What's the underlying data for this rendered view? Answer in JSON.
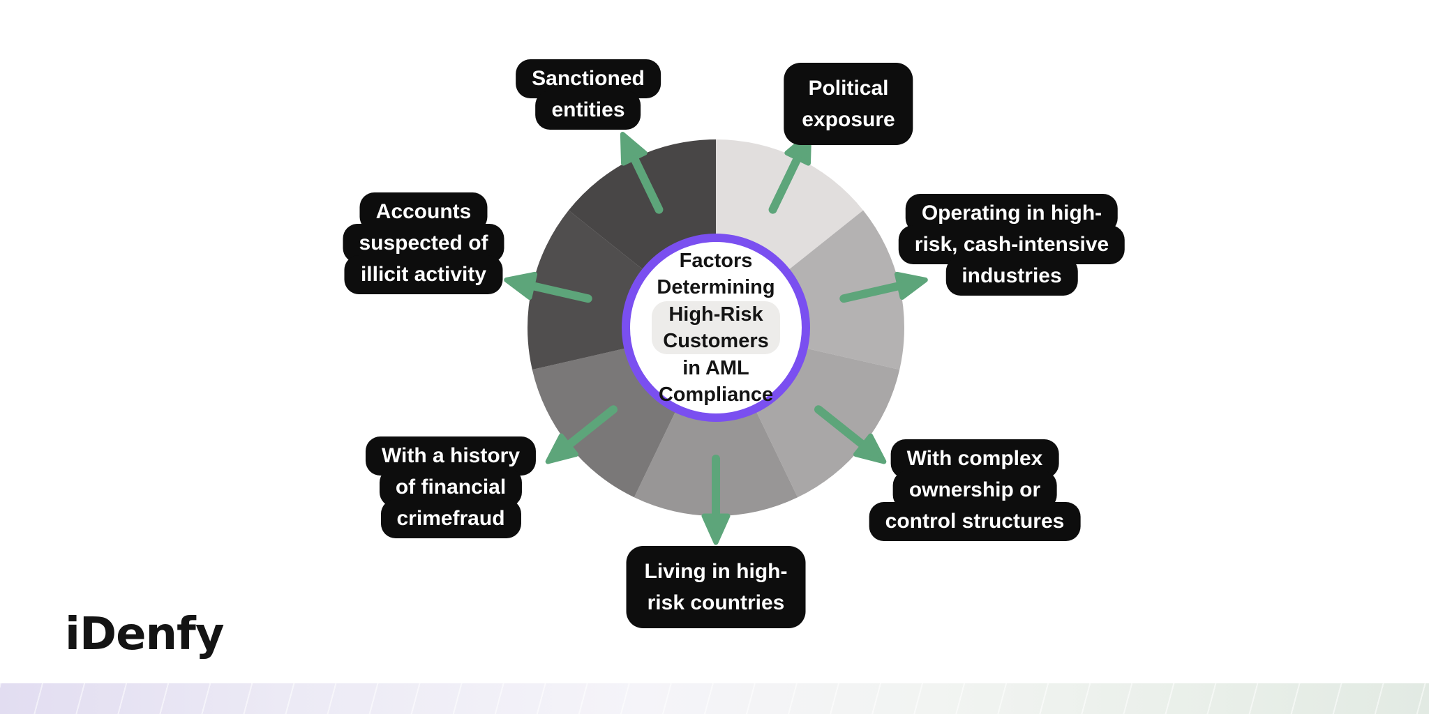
{
  "title": "Factors Determining High-Risk Customers in AML Compliance",
  "brand": {
    "logo_text": "iDenfy"
  },
  "center": {
    "top_lines": [
      "Factors",
      "Determining"
    ],
    "highlight_lines": [
      "High-Risk",
      "Customers"
    ],
    "bottom_lines": [
      "in AML",
      "Compliance"
    ]
  },
  "factors": [
    {
      "id": "political-exposure",
      "lines": [
        "Political",
        "exposure"
      ]
    },
    {
      "id": "operating-high-risk-industries",
      "lines": [
        "Operating in high-",
        "risk, cash-intensive",
        "industries"
      ]
    },
    {
      "id": "complex-ownership",
      "lines": [
        "With complex",
        "ownership or",
        "control structures"
      ]
    },
    {
      "id": "living-high-risk-countries",
      "lines": [
        "Living in high-",
        "risk countries"
      ]
    },
    {
      "id": "history-financial-crime",
      "lines": [
        "With a history",
        "of financial",
        "crimefraud"
      ]
    },
    {
      "id": "accounts-illicit-activity",
      "lines": [
        "Accounts",
        "suspected of",
        "illicit activity"
      ]
    },
    {
      "id": "sanctioned-entities",
      "lines": [
        "Sanctioned",
        "entities"
      ]
    }
  ],
  "diagram": {
    "type": "radial-segmented-wheel",
    "segment_count": 7,
    "segment_colors_clockwise_from_top": [
      "#e1dedd",
      "#b4b2b2",
      "#a9a7a7",
      "#989696",
      "#7a7878",
      "#504e4e",
      "#484646"
    ],
    "ring_color": "#7a4ff0",
    "arrow_color": "#5da57a",
    "callout_bg": "#0d0d0d",
    "callout_text_color": "#ffffff",
    "center_highlight_bg": "#edecea",
    "background": "#ffffff"
  },
  "footer": {
    "gradient_colors": [
      "#e2ddf1",
      "#f5f4f9",
      "#e2eae3"
    ]
  }
}
